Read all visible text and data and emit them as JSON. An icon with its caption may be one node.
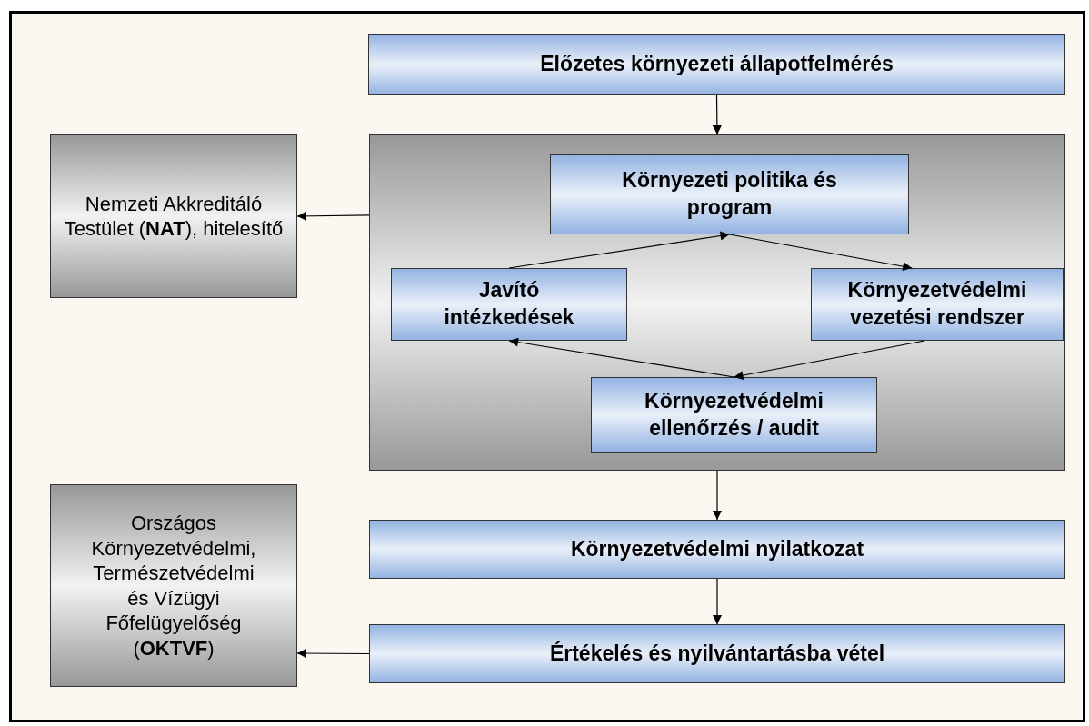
{
  "diagram": {
    "nodes": [
      {
        "text": [
          "Előzetes környezeti állapotfelmérés"
        ]
      },
      {
        "text": [
          "Nemzeti Akkreditáló Testület (**NAT**), hitelesítő"
        ]
      },
      {
        "text": [],
        "shape": "box"
      },
      {
        "text": [
          "Környezeti politika és program"
        ],
        "in": 2
      },
      {
        "text": [
          "Javító intézkedések"
        ],
        "in": 2
      },
      {
        "text": [
          "Környezetvédelmi vezetési rendszer"
        ],
        "in": 2
      },
      {
        "text": [
          "Környezetvédelmi ellenőrzés / audit"
        ],
        "in": 2
      },
      {
        "text": [
          "Országos Környezetvédelmi, Természetvédelmi és Vízügyi Főfelügyelőség (**OKTVF**)"
        ]
      },
      {
        "text": [
          "Környezetvédelmi nyilatkozat"
        ]
      },
      {
        "text": [
          "Értékelés és nyilvántartásba vétel"
        ]
      }
    ],
    "edges": [
      {
        "from": 0,
        "to": 2,
        "arrow": "to"
      },
      {
        "from": 2,
        "to": 1,
        "arrow": "to"
      },
      {
        "from": 4,
        "to": 3,
        "arrow": "to"
      },
      {
        "from": 3,
        "to": 5,
        "arrow": "to"
      },
      {
        "from": 5,
        "to": 6,
        "arrow": "to"
      },
      {
        "from": 6,
        "to": 4,
        "arrow": "to"
      },
      {
        "from": 2,
        "to": 8,
        "arrow": "to"
      },
      {
        "from": 8,
        "to": 9,
        "arrow": "to"
      },
      {
        "from": 9,
        "to": 7,
        "arrow": "to"
      }
    ]
  }
}
